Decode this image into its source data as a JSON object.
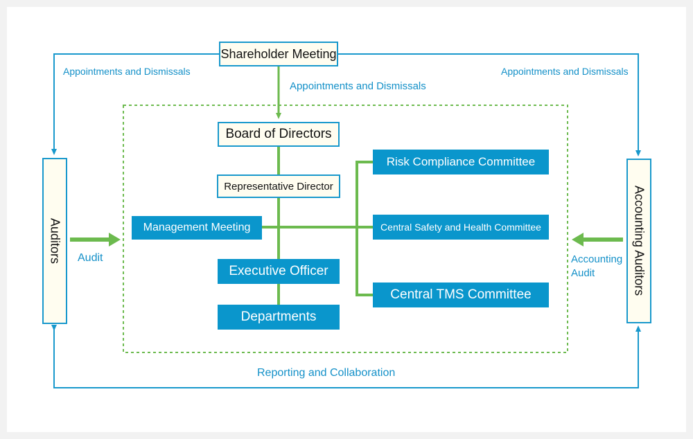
{
  "colors": {
    "connector_blue": "#1898cc",
    "connector_green": "#6cba4e",
    "box_blue": "#0a96cc",
    "box_cream": "#fffdf0",
    "label_blue": "#1390c8"
  },
  "nodes": {
    "shareholder_meeting": "Shareholder Meeting",
    "board_of_directors": "Board of Directors",
    "representative_director": "Representative Director",
    "management_meeting": "Management Meeting",
    "executive_officer": "Executive Officer",
    "departments": "Departments",
    "risk_compliance_committee": "Risk Compliance Committee",
    "central_safety_health_committee": "Central Safety and Health Committee",
    "central_tms_committee": "Central TMS Committee",
    "auditors": "Auditors",
    "accounting_auditors": "Accounting Auditors"
  },
  "labels": {
    "appointments_left": "Appointments and Dismissals",
    "appointments_center": "Appointments and Dismissals",
    "appointments_right": "Appointments and Dismissals",
    "audit": "Audit",
    "accounting_audit_line1": "Accounting",
    "accounting_audit_line2": "Audit",
    "reporting": "Reporting and Collaboration"
  }
}
